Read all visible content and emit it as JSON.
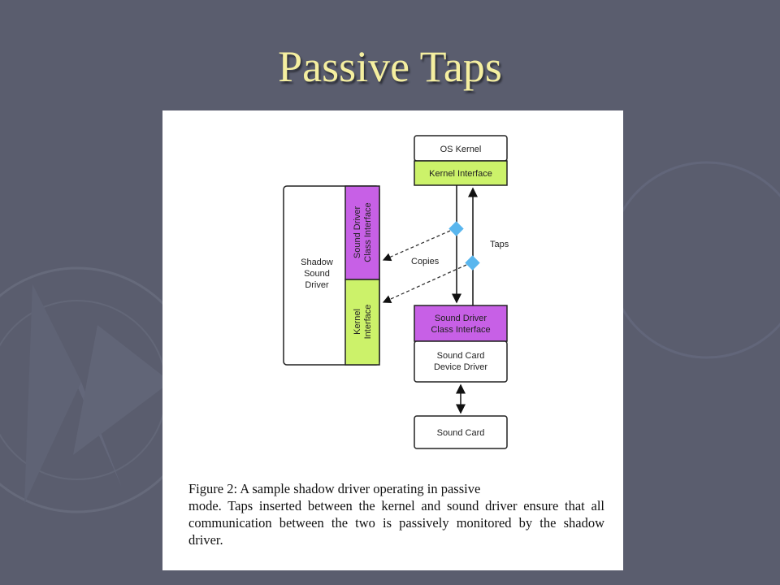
{
  "slide": {
    "title": "Passive Taps"
  },
  "colors": {
    "background": "#5a5d6e",
    "title": "#f5efa0",
    "green": "#ccf26a",
    "purple": "#c760e6",
    "tap": "#59b6ee"
  },
  "diagram": {
    "os_kernel": "OS Kernel",
    "kernel_interface": "Kernel Interface",
    "shadow_driver": [
      "Shadow",
      "Sound",
      "Driver"
    ],
    "shadow_class_interface": [
      "Sound Driver",
      "Class Interface"
    ],
    "shadow_kernel_interface": [
      "Kernel",
      "Interface"
    ],
    "driver_class_interface": [
      "Sound Driver",
      "Class Interface"
    ],
    "device_driver": [
      "Sound Card",
      "Device Driver"
    ],
    "sound_card": "Sound Card",
    "taps_label": "Taps",
    "copies_label": "Copies"
  },
  "caption": {
    "head": "Figure 2:  A sample shadow driver operating in passive",
    "body": "mode.  Taps inserted between the kernel and sound driver ensure that all communication between the two is passively monitored by the shadow driver."
  }
}
